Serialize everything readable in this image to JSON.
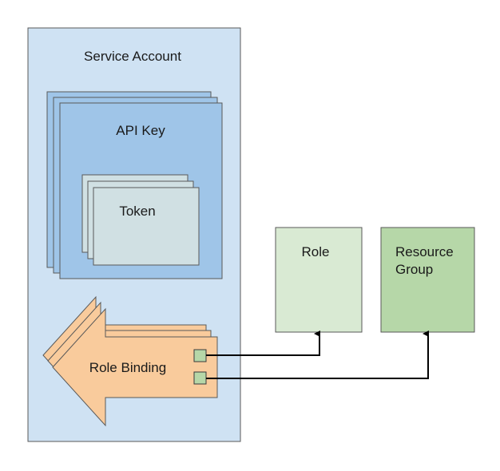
{
  "service_account": {
    "label": "Service Account",
    "fill": "#cfe2f3"
  },
  "api_key": {
    "label": "API Key",
    "fill": "#9fc5e8"
  },
  "token": {
    "label": "Token",
    "fill": "#d0e0e3"
  },
  "role_binding": {
    "label": "Role Binding",
    "fill": "#f9cb9c"
  },
  "role": {
    "label": "Role",
    "fill": "#d9ead3"
  },
  "resource_group": {
    "label_line1": "Resource",
    "label_line2": "Group",
    "fill": "#b6d7a8"
  },
  "connectors": {
    "port_fill": "#b6d7a8",
    "line_color": "#000000"
  },
  "stroke_color": "#595959"
}
